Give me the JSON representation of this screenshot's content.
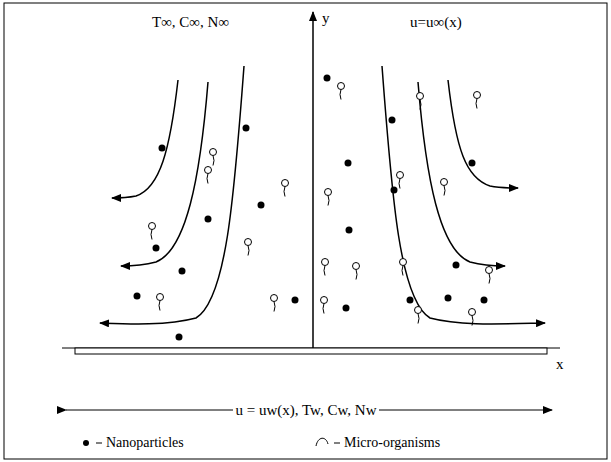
{
  "diagram": {
    "labels": [
      "T∞, C∞, N∞",
      "u=u∞(x)",
      "y",
      "x",
      "u = uw(x), Tw, Cw, Nw"
    ],
    "legend": [
      {
        "text": "Nanoparticles"
      },
      {
        "text": "Micro-organisms"
      }
    ]
  }
}
